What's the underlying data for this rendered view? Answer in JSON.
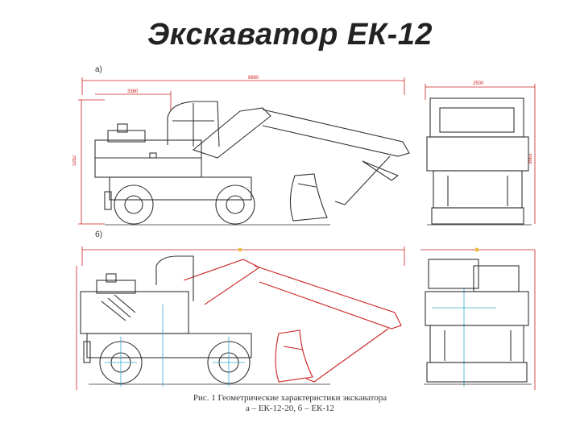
{
  "slide": {
    "title": "Экскаватор ЕК-12"
  },
  "drawing": {
    "view_a_label": "а)",
    "view_b_label": "б)",
    "dim_top_overall": "8880",
    "dim_top_partial": "3380",
    "dim_side_height": "3262",
    "dim_front_width": "2500",
    "dim_front_height": "3663",
    "colors": {
      "line": "#333333",
      "dimension": "#cc2222",
      "boom_alt": "#cc2222",
      "axis": "#33aacc",
      "marker": "#e8c040"
    }
  },
  "caption": {
    "line1": "Рис. 1 Геометрические характеристики экскаватора",
    "line2": "а – ЕК-12-20, б – ЕК-12"
  }
}
